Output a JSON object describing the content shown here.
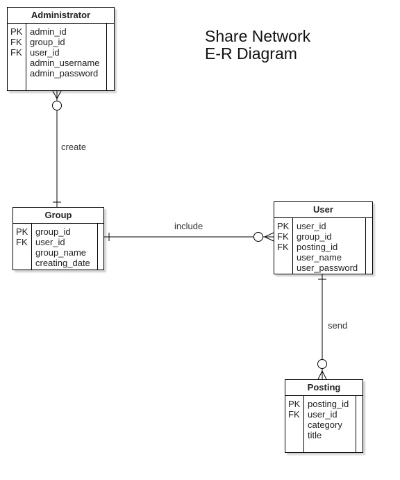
{
  "title_line1": "Share Network",
  "title_line2": "E-R Diagram",
  "relationships": {
    "create": "create",
    "include": "include",
    "send": "send"
  },
  "entities": {
    "administrator": {
      "name": "Administrator",
      "keys": [
        "PK",
        "FK",
        "FK",
        "",
        ""
      ],
      "attributes": [
        "admin_id",
        "group_id",
        "user_id",
        "admin_username",
        "admin_password"
      ]
    },
    "group": {
      "name": "Group",
      "keys": [
        "PK",
        "FK",
        "",
        ""
      ],
      "attributes": [
        "group_id",
        "user_id",
        "group_name",
        "creating_date"
      ]
    },
    "user": {
      "name": "User",
      "keys": [
        "PK",
        "FK",
        "FK",
        "",
        ""
      ],
      "attributes": [
        "user_id",
        "group_id",
        "posting_id",
        "user_name",
        "user_password"
      ]
    },
    "posting": {
      "name": "Posting",
      "keys": [
        "PK",
        "FK",
        "",
        ""
      ],
      "attributes": [
        "posting_id",
        "user_id",
        "category",
        "title"
      ]
    }
  }
}
